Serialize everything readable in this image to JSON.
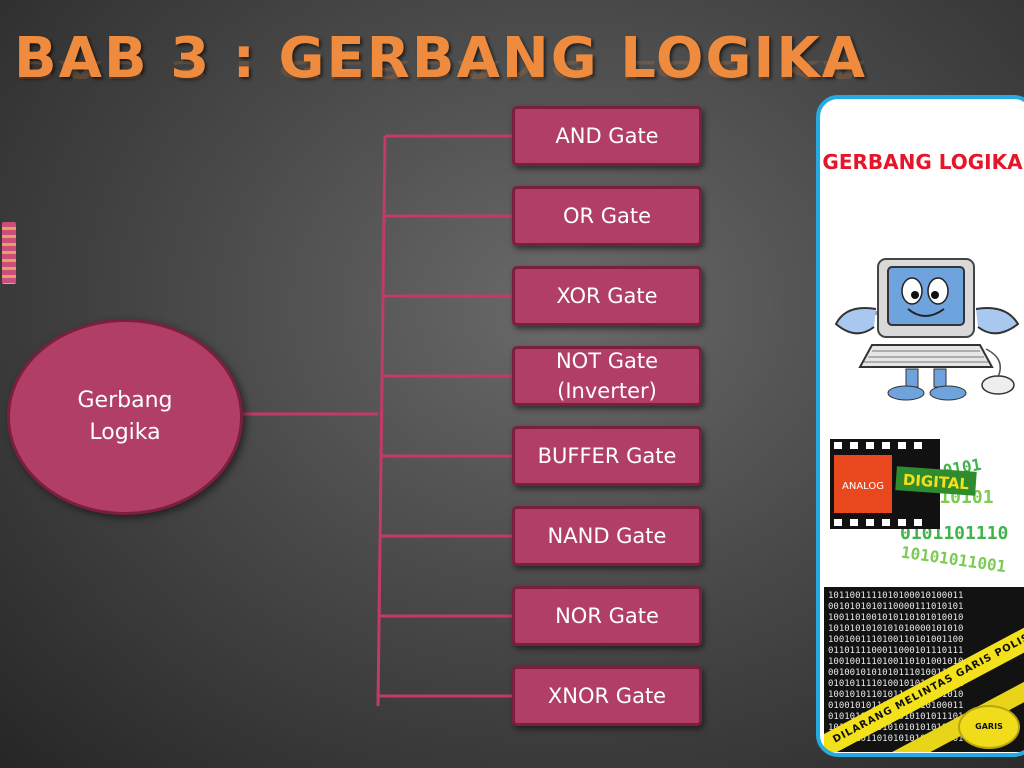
{
  "slide": {
    "title": "BAB 3 : GERBANG LOGIKA"
  },
  "diagram": {
    "root_label": "Gerbang Logika",
    "gates": [
      "AND Gate",
      "OR Gate",
      "XOR Gate",
      "NOT Gate (Inverter)",
      "BUFFER Gate",
      "NAND Gate",
      "NOR Gate",
      "XNOR Gate"
    ]
  },
  "side_panel": {
    "title": "GERBANG LOGIKA",
    "film_label": "ANALOG",
    "film_label_2": "DIGITAL",
    "tape_text": "DILARANG MELINTAS GARIS POLISI",
    "tape_roll_text": "GARIS POLISI"
  },
  "colors": {
    "title_orange": "#ef8b3e",
    "node_fill": "#b13e67",
    "node_border": "#7c1f3f",
    "connector": "#c23a6a",
    "panel_border": "#27a9e1",
    "panel_title_red": "#e5152a"
  },
  "icons": [
    "computer-mascot-icon",
    "film-strip-icon",
    "binary-code-icon"
  ]
}
